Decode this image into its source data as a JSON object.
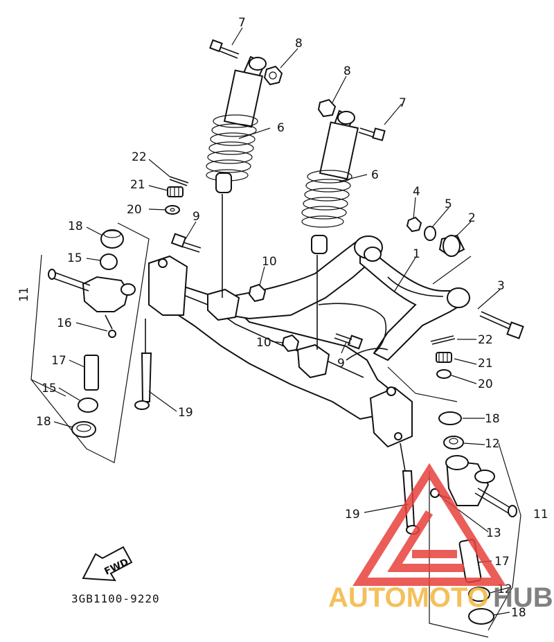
{
  "diagram": {
    "labels": {
      "l7a": "7",
      "l8a": "8",
      "l8b": "8",
      "l7b": "7",
      "l6a": "6",
      "l6b": "6",
      "l22a": "22",
      "l21a": "21",
      "l20a": "20",
      "l4": "4",
      "l5": "5",
      "l2": "2",
      "l18a": "18",
      "l9a": "9",
      "l1": "1",
      "l15a": "15",
      "l10a": "10",
      "l3": "3",
      "l16": "16",
      "l10b": "10",
      "l9b": "9",
      "l22b": "22",
      "l17a": "17",
      "l21b": "21",
      "l15b": "15",
      "l20b": "20",
      "l19a": "19",
      "l18b": "18",
      "l18c": "18",
      "l12a": "12",
      "l11a": "11",
      "l19b": "19",
      "l11b": "11",
      "l13": "13",
      "l17b": "17",
      "l12b": "12",
      "l18d": "18"
    },
    "fwd_label": "FWD",
    "diagram_code": "3GB1100-9220"
  },
  "watermark": {
    "text_left": "AUTOMOTO",
    "text_right": "HUB",
    "colors": {
      "red": "#e8413c",
      "orange": "#f4b63e",
      "gray": "#6b6b6b"
    }
  }
}
